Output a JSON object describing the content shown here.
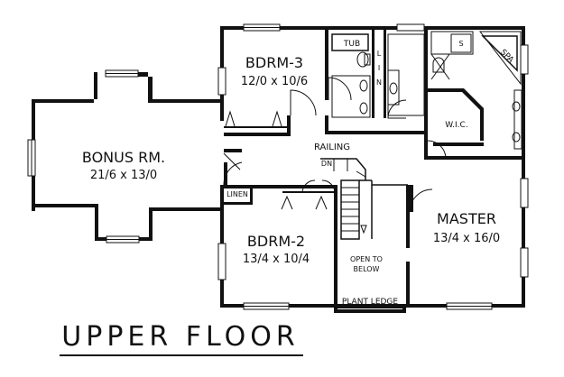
{
  "title": "UPPER FLOOR",
  "rooms": {
    "bonus": {
      "name": "BONUS RM.",
      "dims": "21/6 x 13/0"
    },
    "bdrm3": {
      "name": "BDRM-3",
      "dims": "12/0 x 10/6"
    },
    "bdrm2": {
      "name": "BDRM-2",
      "dims": "13/4 x 10/4"
    },
    "master": {
      "name": "MASTER",
      "dims": "13/4 x 16/0"
    }
  },
  "labels": {
    "tub": "TUB",
    "spa": "SPA",
    "wic": "W.I.C.",
    "railing": "RAILING",
    "down": "DN",
    "linen": "LINEN",
    "open_to_below_1": "OPEN TO",
    "open_to_below_2": "BELOW",
    "plant_ledge": "PLANT LEDGE",
    "shower": "S",
    "linen_closet": [
      "L",
      "I",
      "N"
    ]
  }
}
